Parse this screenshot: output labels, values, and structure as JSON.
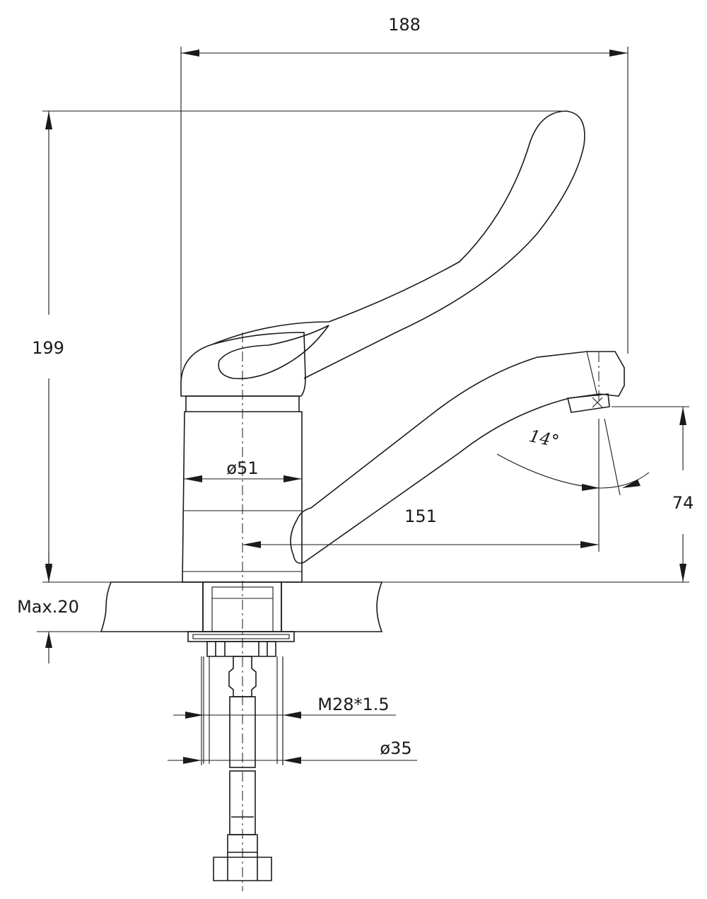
{
  "dimensions": {
    "overall_width": "188",
    "overall_height": "199",
    "body_diameter": "ø51",
    "spout_reach": "151",
    "spout_height": "74",
    "spout_angle": "14°",
    "max_counter_thickness": "Max.20",
    "thread": "M28*1.5",
    "hole_diameter": "ø35"
  },
  "colors": {
    "line": "#1a1a1a",
    "background": "#ffffff"
  }
}
